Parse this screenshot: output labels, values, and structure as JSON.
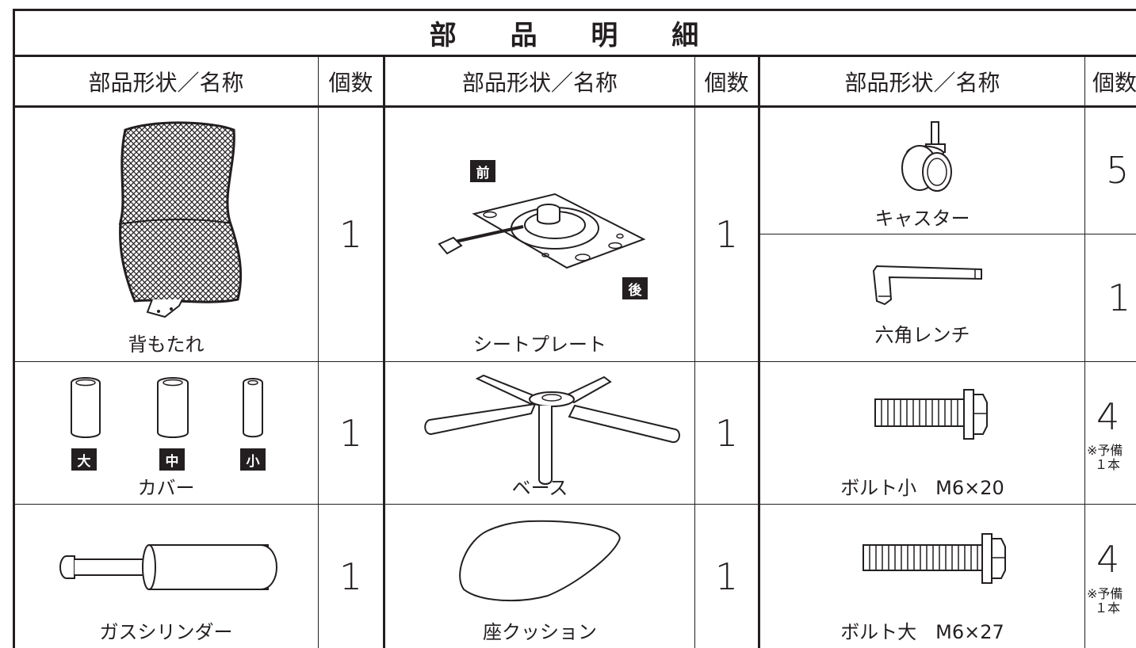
{
  "table": {
    "title": "部 品 明 細",
    "col_headers": {
      "name1": "部品形状／名称",
      "count1": "個数",
      "name2": "部品形状／名称",
      "count2": "個数",
      "name3": "部品形状／名称",
      "count3": "個数"
    }
  },
  "parts": {
    "backrest": {
      "name": "背もたれ",
      "count": "1",
      "icon": "mesh-backrest-icon"
    },
    "seat_plate": {
      "name": "シートプレート",
      "count": "1",
      "front_tag": "前",
      "rear_tag": "後",
      "icon": "seat-plate-icon"
    },
    "caster": {
      "name": "キャスター",
      "count": "5",
      "icon": "caster-wheel-icon"
    },
    "hex_wrench": {
      "name": "六角レンチ",
      "count": "1",
      "icon": "hex-wrench-icon"
    },
    "cover": {
      "name": "カバー",
      "count": "1",
      "tag_large": "大",
      "tag_medium": "中",
      "tag_small": "小",
      "icon": "cover-tubes-icon"
    },
    "base": {
      "name": "ベース",
      "count": "1",
      "icon": "star-base-icon"
    },
    "bolt_small": {
      "name": "ボルト小　M6×20",
      "count": "4",
      "note1": "※予備",
      "note2": "１本",
      "icon": "bolt-icon"
    },
    "gas_cylinder": {
      "name": "ガスシリンダー",
      "count": "1",
      "icon": "gas-cylinder-icon"
    },
    "seat_cushion": {
      "name": "座クッション",
      "count": "1",
      "icon": "seat-cushion-icon"
    },
    "bolt_large": {
      "name": "ボルト大　M6×27",
      "count": "4",
      "note1": "※予備",
      "note2": "１本",
      "icon": "bolt-icon"
    }
  },
  "colors": {
    "ink": "#231f20",
    "background": "#ffffff"
  }
}
